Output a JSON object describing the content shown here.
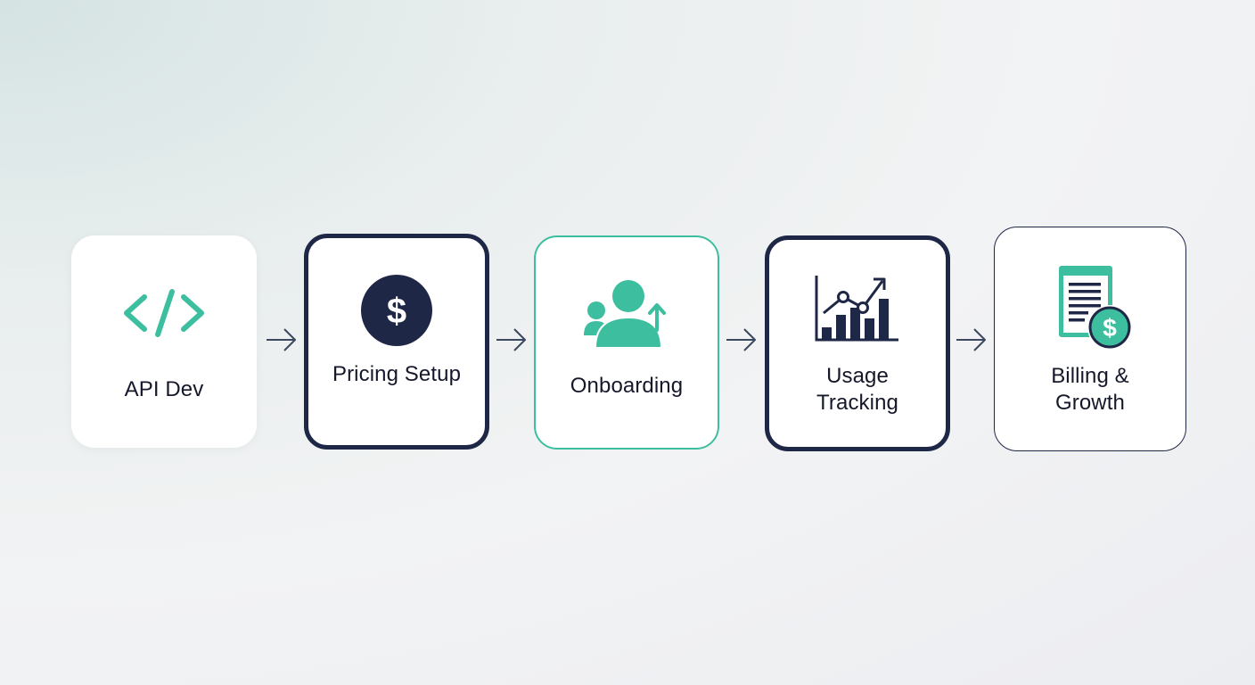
{
  "colors": {
    "accent_teal": "#3dbf9f",
    "navy": "#1f2747",
    "text": "#15182a",
    "card_bg": "#ffffff"
  },
  "steps": [
    {
      "label": "API Dev",
      "icon": "code-icon",
      "border": "none"
    },
    {
      "label": "Pricing Setup",
      "icon": "dollar-coin-icon",
      "border": "navy-thick"
    },
    {
      "label": "Onboarding",
      "icon": "users-growth-icon",
      "border": "teal-thin"
    },
    {
      "label": "Usage\nTracking",
      "icon": "bar-chart-trend-icon",
      "border": "navy-thick"
    },
    {
      "label": "Billing &\nGrowth",
      "icon": "invoice-dollar-icon",
      "border": "navy-thin"
    }
  ],
  "connectors": [
    {
      "icon": "arrow-right-icon"
    },
    {
      "icon": "arrow-right-icon"
    },
    {
      "icon": "arrow-right-icon"
    },
    {
      "icon": "arrow-right-icon"
    }
  ]
}
